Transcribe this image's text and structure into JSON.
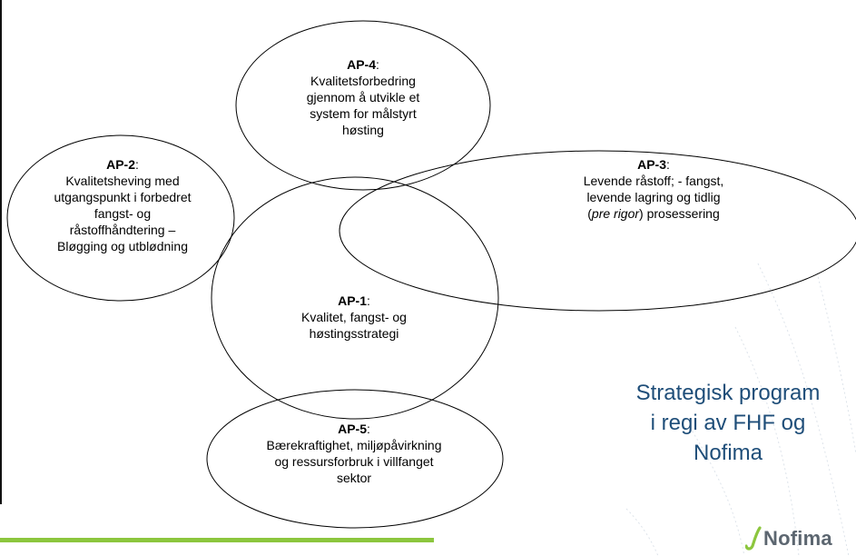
{
  "ap4": {
    "code": "AP-4",
    "lines": [
      "Kvalitetsforbedring",
      "gjennom å utvikle et",
      "system for målstyrt",
      "høsting"
    ]
  },
  "ap2": {
    "code": "AP-2",
    "lines": [
      "Kvalitetsheving med",
      "utgangspunkt i forbedret",
      "fangst- og",
      "råstoffhåndtering –",
      "Bløgging og utblødning"
    ]
  },
  "ap3": {
    "code": "AP-3",
    "line1": "Levende råstoff; - fangst,",
    "line2": "levende lagring og tidlig",
    "line3_open": "(",
    "line3_em": "pre rigor",
    "line3_close": ") prosessering"
  },
  "ap1": {
    "code": "AP-1",
    "lines": [
      "Kvalitet, fangst- og",
      "høstingsstrategi"
    ]
  },
  "ap5": {
    "code": "AP-5",
    "lines": [
      "Bærekraftighet, miljøpåvirkning",
      "og ressursforbruk i villfanget",
      "sektor"
    ]
  },
  "program": {
    "lines": [
      "Strategisk program",
      "i regi av FHF og",
      "Nofima"
    ]
  },
  "logo": {
    "text": "Nofima",
    "icon": "nofima-swoosh-icon"
  },
  "colors": {
    "program_text": "#1f4e79",
    "accent_bar": "#8cc63e",
    "logo_text": "#5c6670"
  }
}
